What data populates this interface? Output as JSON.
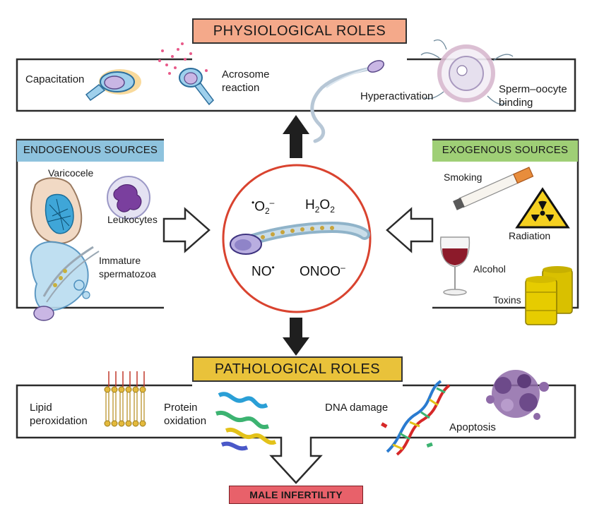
{
  "colors": {
    "physiological_banner": "#f4a98a",
    "endogenous_tag": "#8ec3de",
    "exogenous_tag": "#9fcf76",
    "pathological_banner": "#e9c23a",
    "male_infertility_tag": "#e8616a",
    "circle_border": "#d9432f",
    "arrow_fill": "#1f1f1f"
  },
  "physiological": {
    "title": "PHYSIOLOGICAL ROLES",
    "items": [
      "Capacitation",
      "Acrosome\nreaction",
      "Hyperactivation",
      "Sperm–oocyte\nbinding"
    ]
  },
  "endogenous": {
    "title": "ENDOGENOUS SOURCES",
    "items": [
      "Varicocele",
      "Leukocytes",
      "Immature\nspermatozoa"
    ]
  },
  "exogenous": {
    "title": "EXOGENOUS SOURCES",
    "items": [
      "Smoking",
      "Radiation",
      "Alcohol",
      "Toxins"
    ]
  },
  "ros": {
    "superoxide": {
      "dot": "•",
      "base": "O",
      "sub": "2",
      "sup": "–"
    },
    "hydrogen_peroxide": {
      "a": "H",
      "sub1": "2",
      "b": "O",
      "sub2": "2"
    },
    "nitric_oxide": {
      "base": "NO",
      "sup": "•"
    },
    "peroxynitrite": {
      "base": "ONOO",
      "sup": "–"
    }
  },
  "pathological": {
    "title": "PATHOLOGICAL ROLES",
    "items": [
      "Lipid\nperoxidation",
      "Protein\noxidation",
      "DNA damage",
      "Apoptosis"
    ]
  },
  "outcome": {
    "label": "MALE INFERTILITY"
  }
}
